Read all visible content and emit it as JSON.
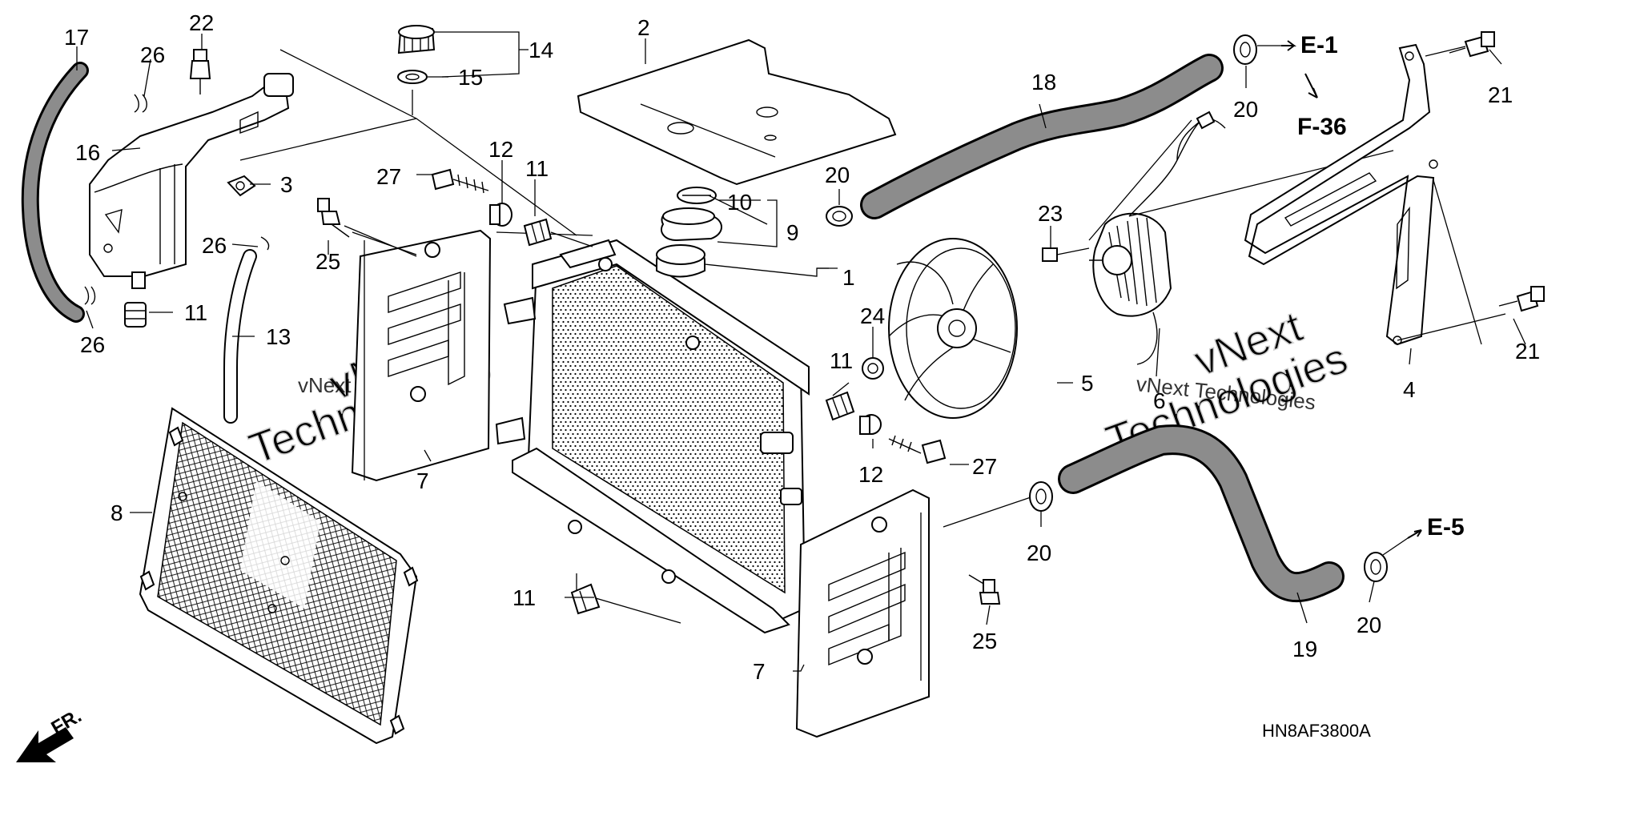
{
  "diagram": {
    "parts": {
      "p1": "1",
      "p2": "2",
      "p3": "3",
      "p4": "4",
      "p5": "5",
      "p6": "6",
      "p7a": "7",
      "p7b": "7",
      "p8": "8",
      "p9": "9",
      "p10": "10",
      "p11a": "11",
      "p11b": "11",
      "p11c": "11",
      "p11d": "11",
      "p12a": "12",
      "p12b": "12",
      "p13": "13",
      "p14": "14",
      "p15": "15",
      "p16": "16",
      "p17": "17",
      "p18": "18",
      "p19": "19",
      "p20a": "20",
      "p20b": "20",
      "p20c": "20",
      "p20d": "20",
      "p21a": "21",
      "p21b": "21",
      "p22": "22",
      "p23": "23",
      "p24": "24",
      "p25a": "25",
      "p25b": "25",
      "p26a": "26",
      "p26b": "26",
      "p26c": "26",
      "p27a": "27",
      "p27b": "27"
    },
    "references": {
      "e1": "E-1",
      "f36": "F-36",
      "e5": "E-5"
    },
    "diagram_code": "HN8AF3800A",
    "front_marker": "FR.",
    "watermark": {
      "line_a": "vNext Technologies",
      "line_b": "vNext Technologies",
      "big_a1": "vNext",
      "big_a2": "Technologies",
      "big_b1": "vNext",
      "big_b2": "Technologies"
    }
  }
}
